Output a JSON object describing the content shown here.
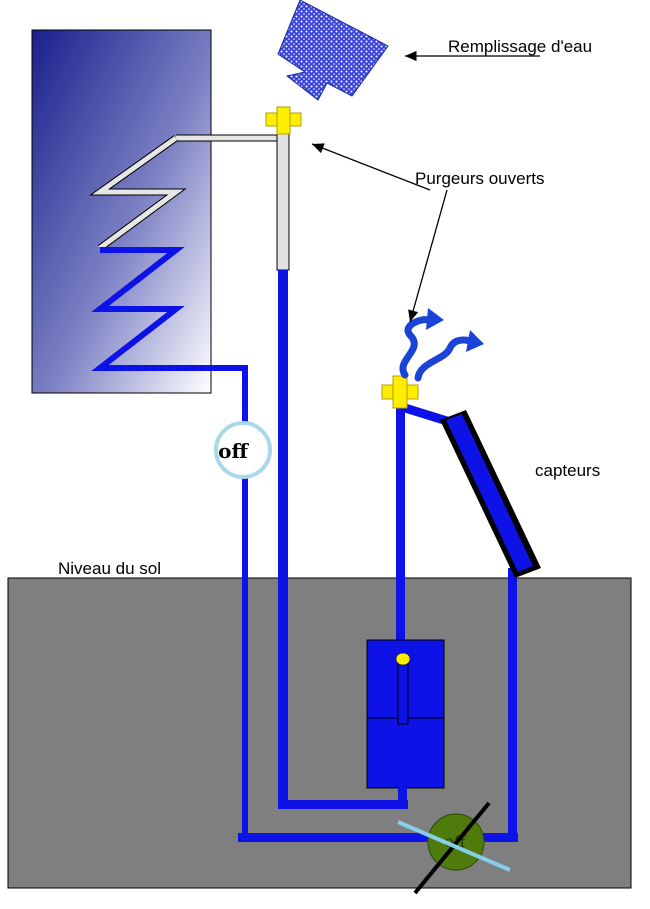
{
  "labels": {
    "water_fill": "Remplissage d'eau",
    "bleeders_open": "Purgeurs ouverts",
    "collectors": "capteurs",
    "ground_level": "Niveau du sol"
  },
  "valves": {
    "upper_valve": "off",
    "lower_valve": "off"
  },
  "colors": {
    "pipe_blue": "#0d12e6",
    "pipe_empty": "#e2e2e2",
    "ground": "#7f7f7f",
    "tank_gradient_top": "#1a1f8c",
    "tank_gradient_bottom": "#ffffff",
    "bleeder_yellow": "#ffee00",
    "lower_valve_green": "#4f7a0c",
    "upper_valve_ring": "#a8d8ea"
  }
}
